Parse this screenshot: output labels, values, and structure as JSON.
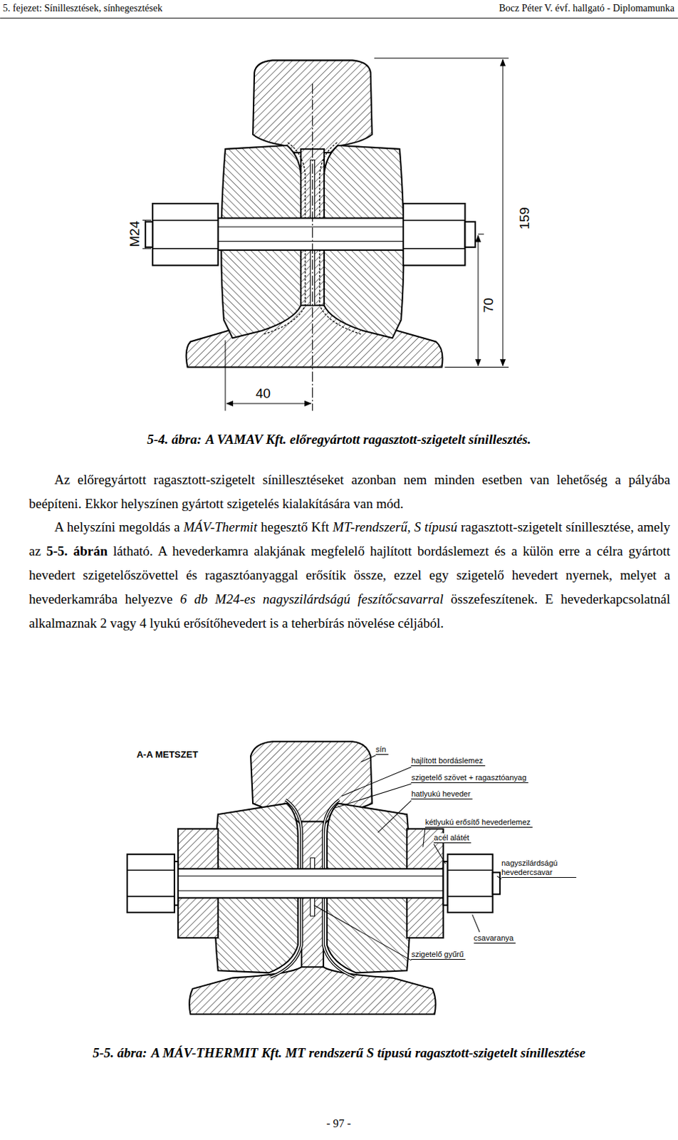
{
  "diagram": {
    "labels": [
      "5. fejezet: Sínillesztések, sínhegesztések",
      "Bocz Péter V. évf. hallgató - Diplomamunka",
      "M24",
      "159",
      "70",
      "40",
      "5-4. ábra:",
      "A VAMAV Kft. előregyártott ragasztott-szigetelt sínillesztés.",
      "Az előregyártott ragasztott-szigetelt sínillesztéseket azonban nem minden esetben van lehetőség a pályába beépíteni. Ekkor helyszínen gyártott szigetelés kialakítására van mód.",
      "A helyszíni megoldás a ",
      "MÁV-Thermit",
      " hegesztő Kft ",
      "MT-rendszerű, S típusú",
      " ragasztott-szigetelt sínillesztése, amely az ",
      "5-5. ábrán",
      " látható. A hevederkamra alakjának megfelelő hajlított bordáslemezt és a külön erre a célra gyártott hevedert szigetelőszövettel és ragasztóanyaggal erősítik össze, ezzel egy szigetelő hevedert nyernek, melyet a hevederkamrába helyezve ",
      "6 db M24-es nagyszilárdságú feszítőcsavarral",
      " összefeszítenek. E hevederkapcsolatnál alkalmaznak 2 vagy 4 lyukú erősítőhevedert is a teherbírás növelése céljából.",
      "A-A METSZET",
      "sín",
      "hajlított bordáslemez",
      "szigetelő szövet + ragasztóanyag",
      "hatlyukú heveder",
      "kétlyukú erősítő hevederlemez",
      "acél alátét",
      "nagyszilárdságú hevedercsavar",
      "csavaranya",
      "szigetelő gyűrű",
      "5-5. ábra:",
      "A MÁV-THERMIT Kft. MT rendszerű S típusú ragasztott-szigetelt sínillesztése",
      "- 97 -"
    ]
  }
}
